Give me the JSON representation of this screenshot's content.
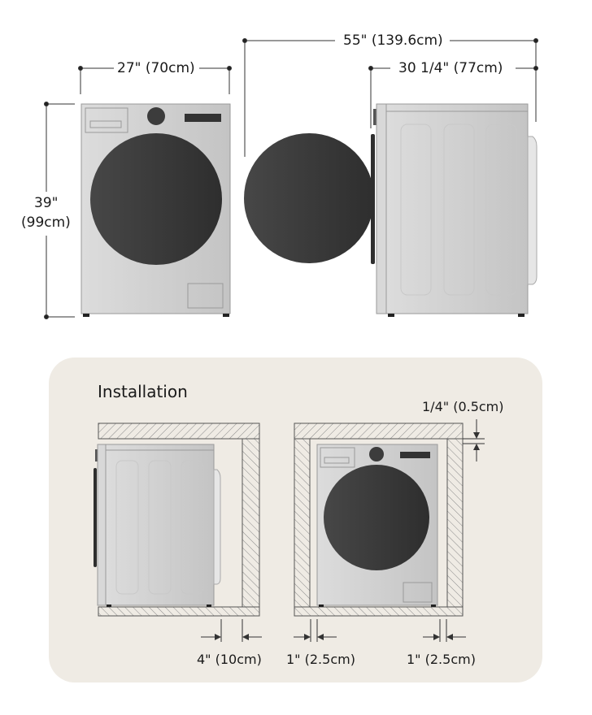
{
  "diagram": {
    "top_view": {
      "front_width": "27\" (70cm)",
      "height_in": "39\"",
      "height_cm": "(99cm)",
      "depth_door_open": "55\" (139.6cm)",
      "depth": "30 1/4\" (77cm)"
    },
    "installation": {
      "title": "Installation",
      "top_clearance": "1/4\" (0.5cm)",
      "rear_clearance": "4\" (10cm)",
      "left_side_clearance": "1\" (2.5cm)",
      "right_side_clearance": "1\" (2.5cm)"
    },
    "colors": {
      "panel_bg": "#efebe4",
      "appliance_body": "#d4d4d4",
      "door_glass": "#3a3a3a",
      "line": "#333333"
    }
  }
}
